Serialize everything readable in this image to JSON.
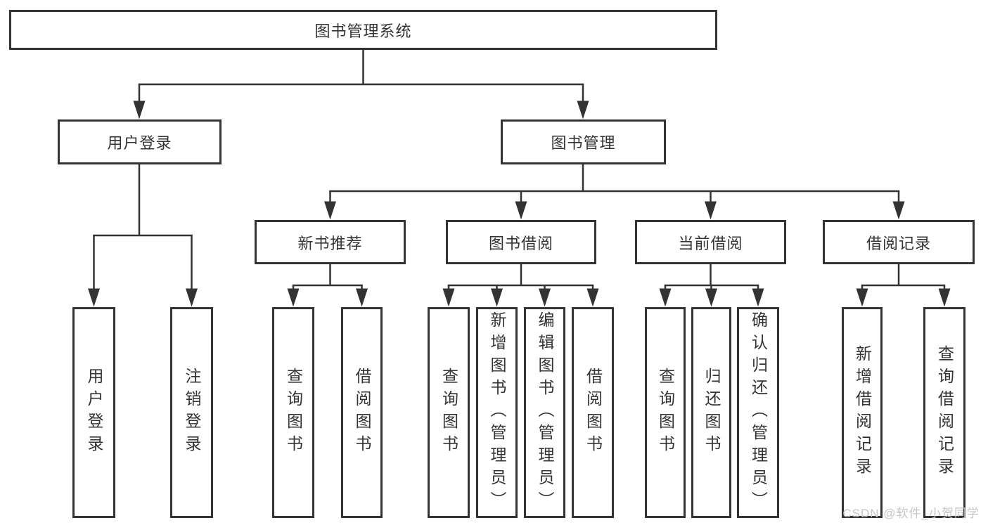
{
  "tree": {
    "root": {
      "label": "图书管理系统"
    },
    "branches": [
      {
        "label": "用户登录",
        "children": [
          {
            "label": "用户登录"
          },
          {
            "label": "注销登录"
          }
        ]
      },
      {
        "label": "图书管理",
        "children": [
          {
            "label": "新书推荐",
            "children": [
              {
                "label": "查询图书"
              },
              {
                "label": "借阅图书"
              }
            ]
          },
          {
            "label": "图书借阅",
            "children": [
              {
                "label": "查询图书"
              },
              {
                "label": "新增图书（管理员）"
              },
              {
                "label": "编辑图书（管理员）"
              },
              {
                "label": "借阅图书"
              }
            ]
          },
          {
            "label": "当前借阅",
            "children": [
              {
                "label": "查询图书"
              },
              {
                "label": "归还图书"
              },
              {
                "label": "确认归还（管理员）"
              }
            ]
          },
          {
            "label": "借阅记录",
            "children": [
              {
                "label": "新增借阅记录"
              },
              {
                "label": "查询借阅记录"
              }
            ]
          }
        ]
      }
    ]
  },
  "watermark": {
    "text": "CSDN @软件_小贺同学"
  },
  "colors": {
    "line": "#333333",
    "box_border": "#333333",
    "text": "#333333",
    "background": "#ffffff",
    "watermark": "#c6c6c6"
  }
}
